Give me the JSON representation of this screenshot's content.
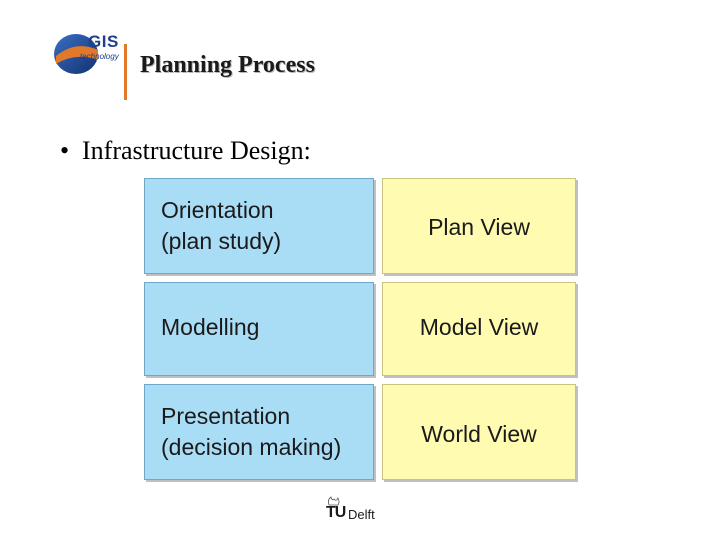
{
  "logo": {
    "brand": "GIS",
    "subtitle": "technology",
    "colors": {
      "blue": "#1d3f8c",
      "orange": "#e07a2a"
    }
  },
  "slide": {
    "title": "Planning Process",
    "bullet": "Infrastructure Design:"
  },
  "grid": {
    "rows": [
      {
        "left": "Orientation\n(plan study)",
        "right": "Plan View"
      },
      {
        "left": "Modelling",
        "right": "Model View"
      },
      {
        "left": "Presentation\n(decision making)",
        "right": "World View"
      }
    ],
    "colors": {
      "left_fill": "#a9dcf5",
      "right_fill": "#fffbb0"
    }
  },
  "footer": {
    "mark": "TU",
    "name": "Delft"
  }
}
